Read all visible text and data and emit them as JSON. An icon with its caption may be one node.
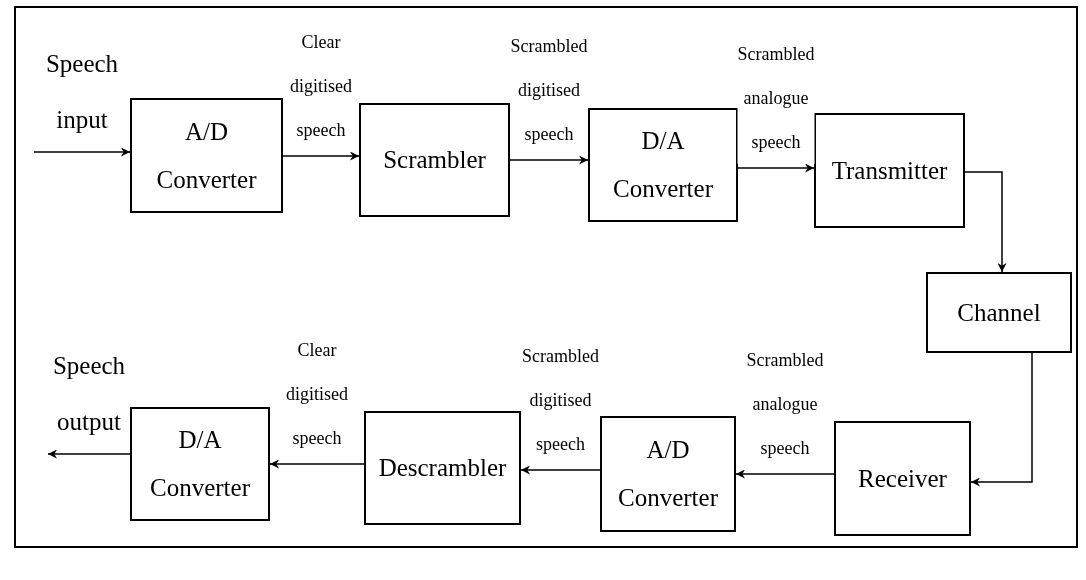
{
  "diagram": {
    "nodes": [
      {
        "text": [
          "A/D Converter"
        ]
      },
      {
        "text": [
          "Scrambler"
        ]
      },
      {
        "text": [
          "D/A Converter"
        ]
      },
      {
        "text": [
          "Transmitter"
        ]
      },
      {
        "text": [
          "Channel"
        ]
      },
      {
        "text": [
          "Receiver"
        ]
      },
      {
        "text": [
          "A/D Converter"
        ]
      },
      {
        "text": [
          "Descrambler"
        ]
      },
      {
        "text": [
          "D/A Converter"
        ]
      }
    ],
    "edges": [
      {
        "from": null,
        "to": 0,
        "arrow": "to",
        "label": "Speech input"
      },
      {
        "from": 0,
        "to": 1,
        "arrow": "to",
        "label": "Clear digitised speech"
      },
      {
        "from": 1,
        "to": 2,
        "arrow": "to",
        "label": "Scrambled digitised speech"
      },
      {
        "from": 2,
        "to": 3,
        "arrow": "to",
        "label": "Scrambled analogue speech"
      },
      {
        "from": 3,
        "to": 4,
        "arrow": "to"
      },
      {
        "from": 4,
        "to": 5,
        "arrow": "to"
      },
      {
        "from": 5,
        "to": 6,
        "arrow": "to",
        "label": "Scrambled analogue speech"
      },
      {
        "from": 6,
        "to": 7,
        "arrow": "to",
        "label": "Scrambled digitised speech"
      },
      {
        "from": 7,
        "to": 8,
        "arrow": "to",
        "label": "Clear digitised speech"
      },
      {
        "from": 8,
        "to": null,
        "arrow": "to",
        "label": "Speech output"
      }
    ]
  }
}
